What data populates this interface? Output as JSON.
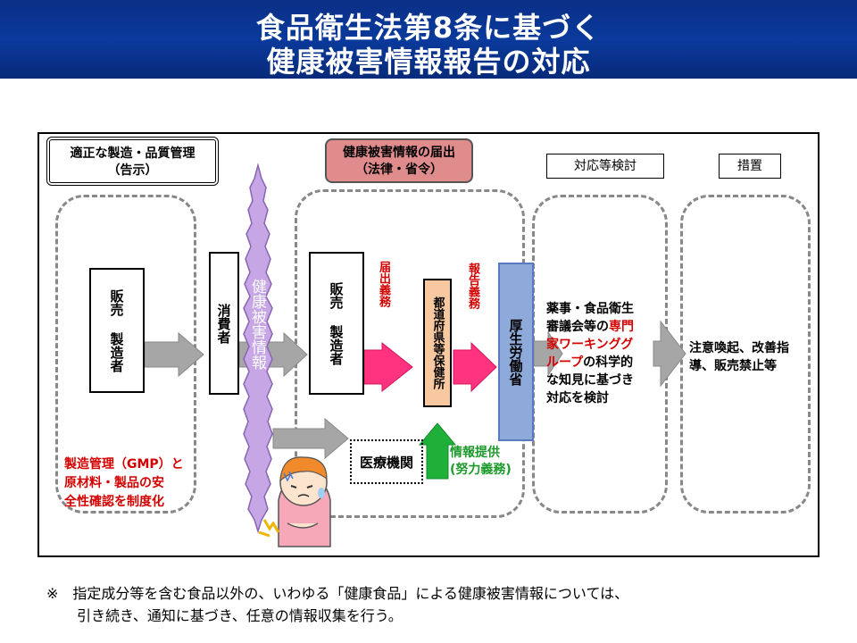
{
  "header": {
    "title_line1": "食品衛生法第8条に基づく",
    "title_line2": "健康被害情報報告の対応"
  },
  "diagram": {
    "sections": {
      "proper_mfg_line1": "適正な製造・品質管理",
      "proper_mfg_line2": "（告示）",
      "report_line1": "健康被害情報の届出",
      "report_line2": "（法律・省令）",
      "response": "対応等検討",
      "measures": "措置"
    },
    "boxes": {
      "seller_mfr_left": "販売\n製造者",
      "consumer": "消費者",
      "health_info": "健康被害情報",
      "seller_mfr_right": "販売\n製造者",
      "health_center": "都道府県等保健所",
      "mhlw": "厚生労働省",
      "medical": "医療機関"
    },
    "labels": {
      "notify_duty": "届出義務",
      "report_duty": "報告義務",
      "info_provision_line1": "情報提供",
      "info_provision_line2": "(努力義務)"
    },
    "left_note": [
      "製造管理（GMP）と",
      "原材料・製品の安",
      "全性確認を制度化"
    ],
    "council_text": {
      "l1": "薬事・食品衛生",
      "l2a": "審議会等の",
      "l2b": "専門",
      "l3": "家ワーキンググ",
      "l4a": "ループ",
      "l4b": "の科学的",
      "l5": "な知見に基づき",
      "l6": "対応を検討"
    },
    "measures_text": [
      "注意喚起、改善指",
      "導、販売禁止等"
    ],
    "colors": {
      "header": "#0a3a9c",
      "pink_box": "#e08c8c",
      "orange_box": "#f8c9a0",
      "blue_box": "#8eaadb",
      "purple_spike": "#c7a6e6",
      "red_text": "#d40000",
      "green_text": "#1c9a2b"
    }
  },
  "footnote": {
    "line1": "※　指定成分等を含む食品以外の、いわゆる「健康食品」による健康被害情報については、",
    "line2": "引き続き、通知に基づき、任意の情報収集を行う。"
  }
}
